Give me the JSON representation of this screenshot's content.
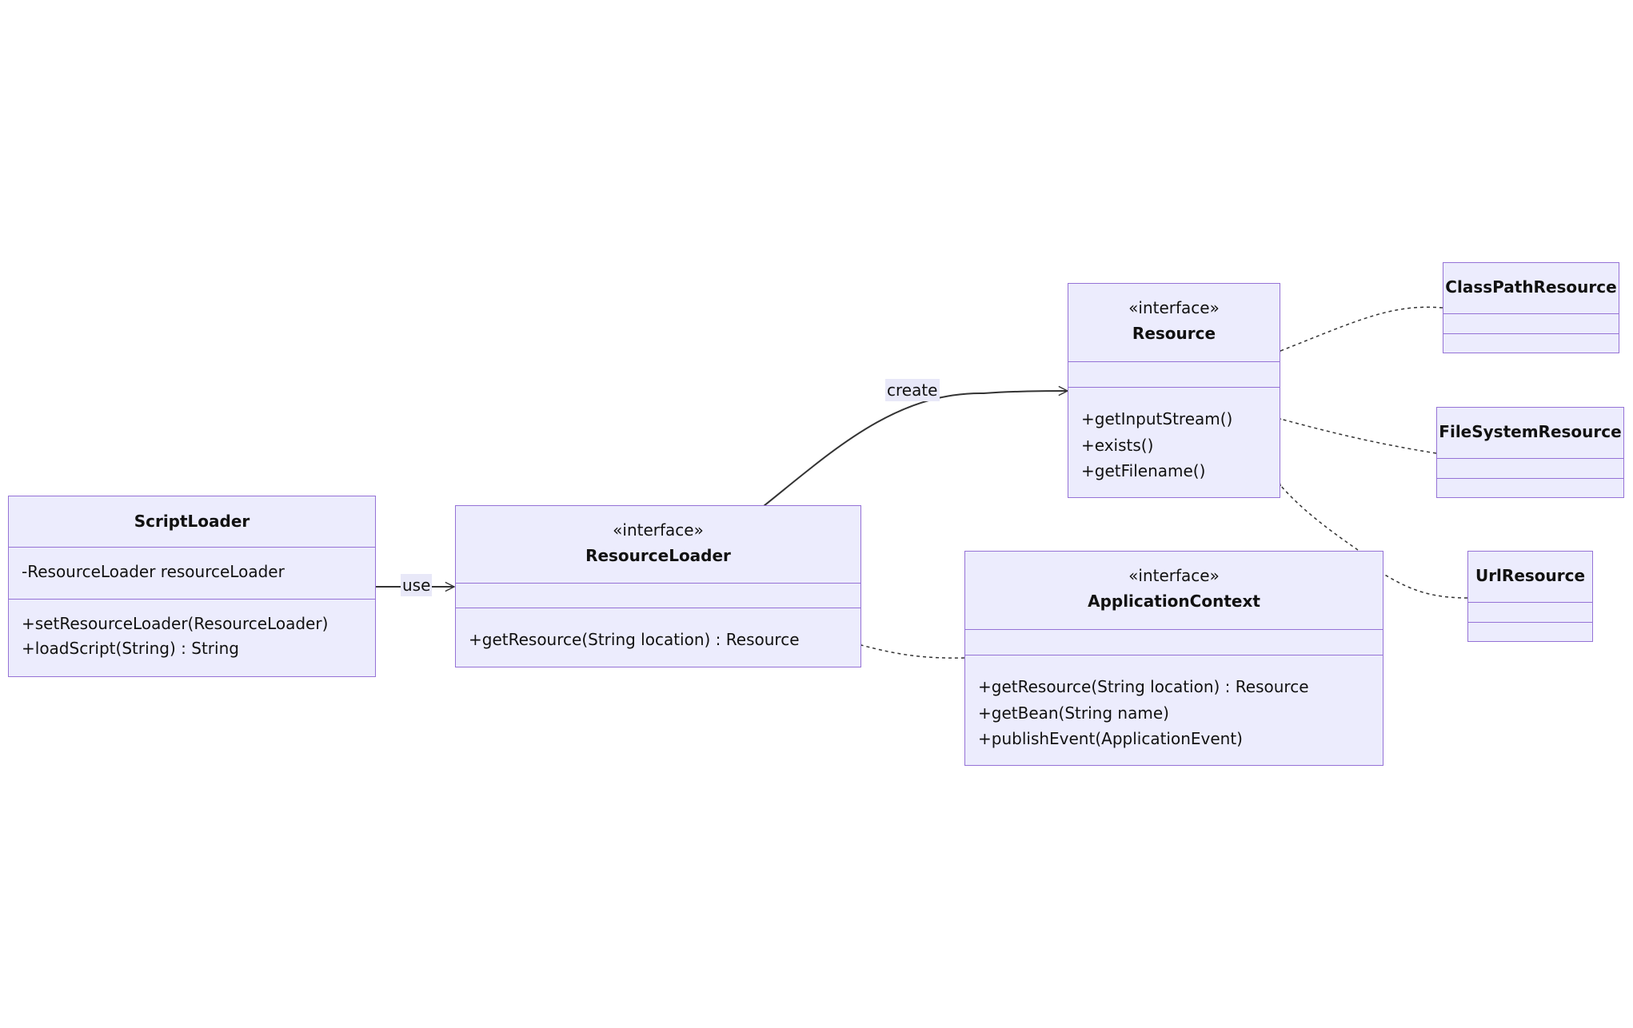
{
  "classes": {
    "script_loader": {
      "name": "ScriptLoader",
      "attributes": [
        "-ResourceLoader resourceLoader"
      ],
      "methods": [
        "+setResourceLoader(ResourceLoader)",
        "+loadScript(String) : String"
      ]
    },
    "resource_loader": {
      "stereotype": "«interface»",
      "name": "ResourceLoader",
      "methods": [
        "+getResource(String location) : Resource"
      ]
    },
    "resource": {
      "stereotype": "«interface»",
      "name": "Resource",
      "methods": [
        "+getInputStream()",
        "+exists()",
        "+getFilename()"
      ]
    },
    "application_context": {
      "stereotype": "«interface»",
      "name": "ApplicationContext",
      "methods": [
        "+getResource(String location) : Resource",
        "+getBean(String name)",
        "+publishEvent(ApplicationEvent)"
      ]
    },
    "classpath_resource": {
      "name": "ClassPathResource"
    },
    "filesystem_resource": {
      "name": "FileSystemResource"
    },
    "url_resource": {
      "name": "UrlResource"
    }
  },
  "relations": {
    "use_label": "use",
    "create_label": "create"
  },
  "colors": {
    "box_fill": "#ececfd",
    "box_border": "#9572d6",
    "line": "#333333"
  }
}
